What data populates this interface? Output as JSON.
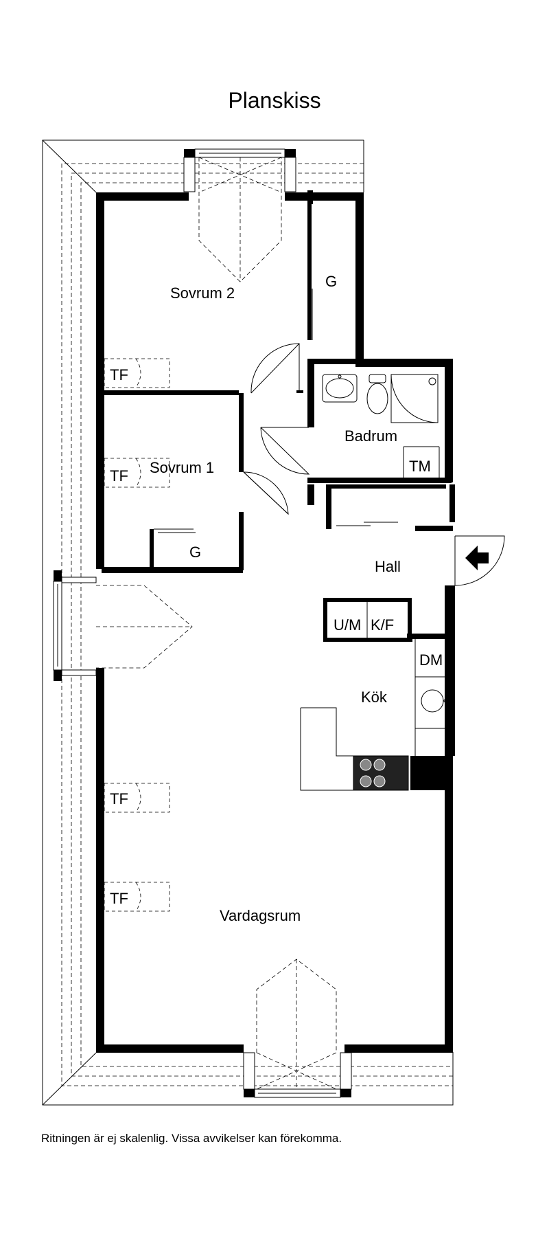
{
  "title": "Planskiss",
  "footnote": "Ritningen är ej skalenlig. Vissa avvikelser kan förekomma.",
  "rooms": {
    "sovrum2": "Sovrum 2",
    "sovrum1": "Sovrum 1",
    "badrum": "Badrum",
    "hall": "Hall",
    "kok": "Kök",
    "vardagsrum": "Vardagsrum"
  },
  "fixtures": {
    "garderob": "G",
    "takfonster": "TF",
    "tvattmaskin": "TM",
    "ugn_mikro": "U/M",
    "kyl_frys": "K/F",
    "diskmaskin": "DM"
  }
}
